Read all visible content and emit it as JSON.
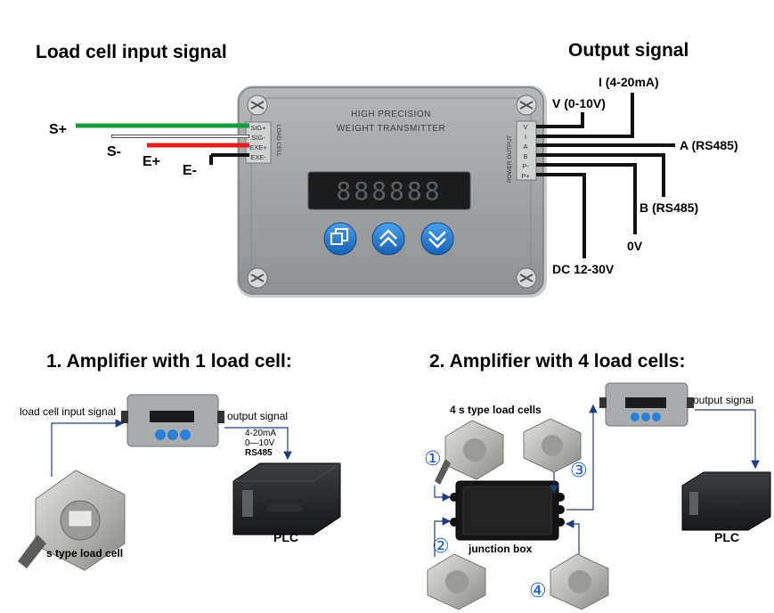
{
  "top": {
    "input_title": "Load cell input signal",
    "output_title": "Output signal",
    "inputs": [
      "S+",
      "S-",
      "E+",
      "E-"
    ],
    "device_title_line1": "HIGH PRECISION",
    "device_title_line2": "WEIGHT TRANSMITTER",
    "left_terminals": [
      "SIG+",
      "SIG-",
      "EXE+",
      "EXE-"
    ],
    "left_terminal_caption": "LOAD CELL",
    "right_terminals": [
      "V",
      "I",
      "A",
      "B",
      "P-",
      "P+"
    ],
    "right_terminal_caption": "POWER OUTPUT",
    "outputs": {
      "voltage": "V (0-10V)",
      "current": "I (4-20mA)",
      "rs485_a": "A (RS485)",
      "rs485_b": "B (RS485)",
      "zero_v": "0V",
      "power": "DC 12-30V"
    },
    "display_digits": "888888",
    "icons": [
      "copy-icon",
      "up-chevron-icon",
      "down-chevron-icon"
    ]
  },
  "section1": {
    "title": "1.  Amplifier with 1 load cell:",
    "input_label": "load cell input signal",
    "output_label": "output signal",
    "signals": [
      "4-20mA",
      "0—10V",
      "RS485"
    ],
    "load_cell_label": "s type load cell",
    "plc_label": "PLC"
  },
  "section2": {
    "title": "2.  Amplifier with 4 load cells:",
    "cells_label": "4 s type load cells",
    "output_label": "output signal",
    "junction_label": "junction box",
    "plc_label": "PLC",
    "numbers": [
      "①",
      "②",
      "③",
      "④"
    ]
  },
  "colors": {
    "s_plus": "#159a3c",
    "e_plus": "#e51c1c",
    "wire_black": "#111111",
    "device_body": "#9fa3a5",
    "button_blue": "#1e73c8",
    "display": "#1a1c1e",
    "arrow_blue": "#1f3d7a"
  }
}
